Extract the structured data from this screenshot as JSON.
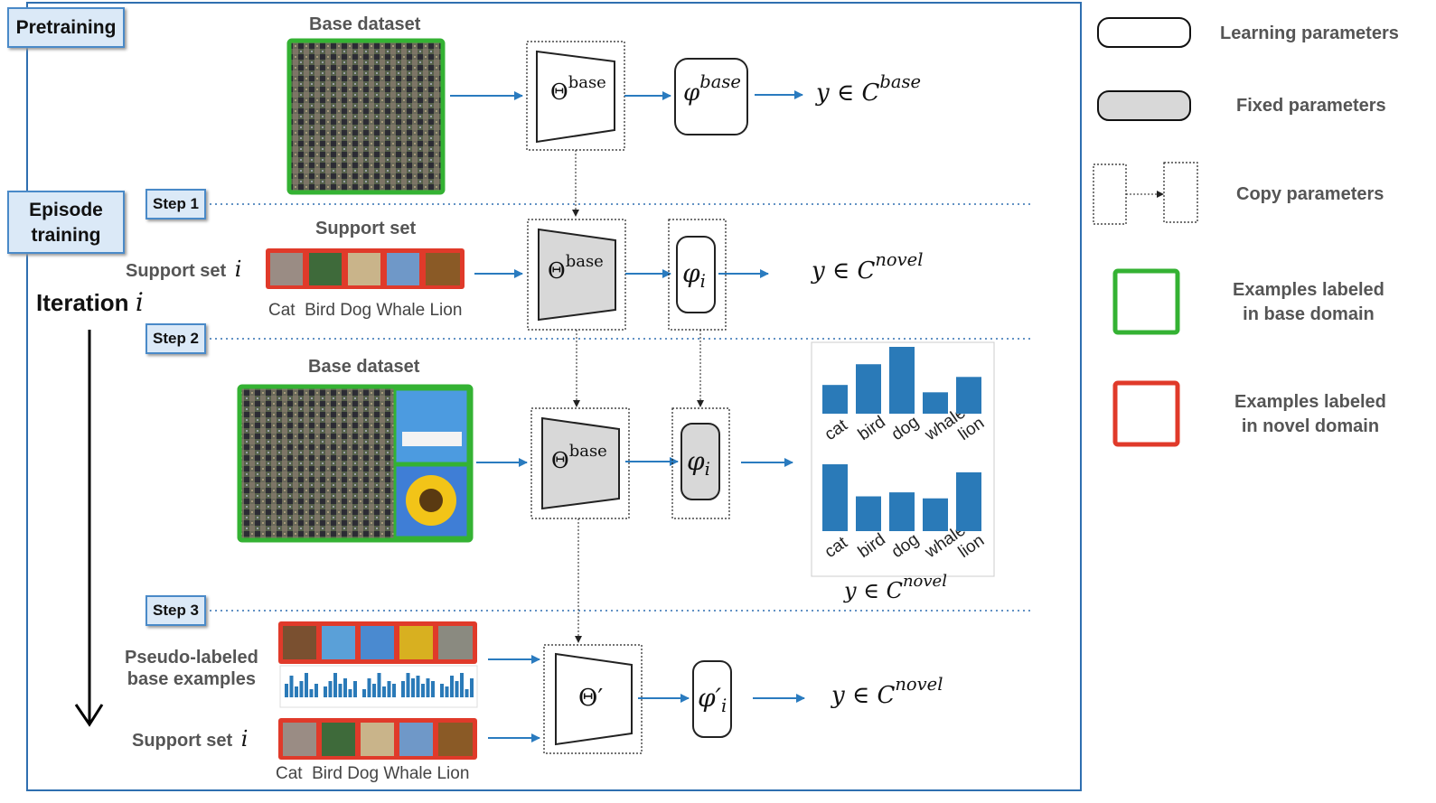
{
  "tags": {
    "pretraining": "Pretraining",
    "episode_training_l1": "Episode",
    "episode_training_l2": "training",
    "step1": "Step 1",
    "step2": "Step 2",
    "step3": "Step 3"
  },
  "labels": {
    "base_dataset_top": "Base dataset",
    "base_dataset_mid": "Base dataset",
    "support_set_header": "Support set",
    "support_set_i_1": "Support set",
    "support_set_i_2": "Support set",
    "iteration": "Iteration",
    "pseudo_labeled_l1": "Pseudo-labeled",
    "pseudo_labeled_l2": "base examples",
    "class_names_1": "Cat  Bird Dog Whale Lion",
    "class_names_2": "Cat  Bird Dog Whale Lion",
    "italic_i": "i"
  },
  "math": {
    "theta": "Θ",
    "theta_prime": "Θ′",
    "phi": "φ",
    "sup_base": "base",
    "sub_i": "i",
    "phi_prime": "φ′",
    "y_in_c": "y ∈ C",
    "sup_novel": "novel"
  },
  "chart_data": [
    {
      "type": "bar",
      "categories": [
        "cat",
        "bird",
        "dog",
        "whale",
        "lion"
      ],
      "values": [
        0.43,
        0.74,
        1.0,
        0.32,
        0.55
      ],
      "title": "",
      "xlabel": "",
      "ylabel": ""
    },
    {
      "type": "bar",
      "categories": [
        "cat",
        "bird",
        "dog",
        "whale",
        "lion"
      ],
      "values": [
        1.0,
        0.52,
        0.58,
        0.49,
        0.88
      ],
      "title": "",
      "xlabel": "",
      "ylabel": ""
    }
  ],
  "legend": {
    "learning": "Learning parameters",
    "fixed": "Fixed parameters",
    "copy": "Copy parameters",
    "base_l1": "Examples labeled",
    "base_l2": "in base domain",
    "novel_l1": "Examples labeled",
    "novel_l2": "in novel domain"
  },
  "colors": {
    "arrow": "#2a7bbf",
    "frame": "#2f6fb0",
    "green": "#34b233",
    "red": "#e03a2a",
    "bar": "#2a7ab8",
    "fixed_fill": "#d8d8d8"
  }
}
